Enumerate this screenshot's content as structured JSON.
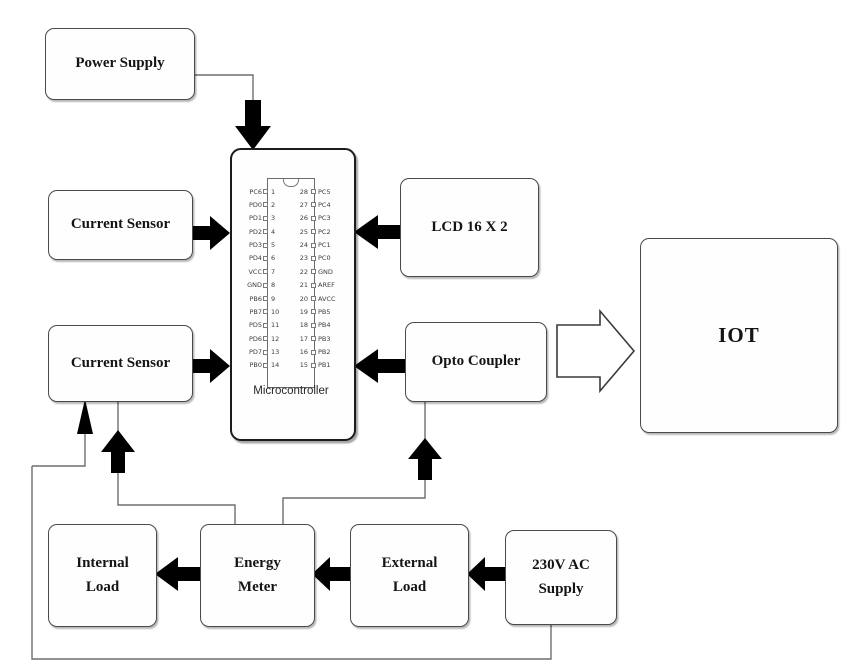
{
  "diagram": {
    "blocks": {
      "power_supply": {
        "label": "Power Supply"
      },
      "current_sensor_top": {
        "label": "Current Sensor"
      },
      "current_sensor_bottom": {
        "label": "Current Sensor"
      },
      "lcd": {
        "label": "LCD 16 X 2"
      },
      "opto_coupler": {
        "label": "Opto Coupler"
      },
      "iot": {
        "label": "IOT"
      },
      "internal_load": {
        "line1": "Internal",
        "line2": "Load"
      },
      "energy_meter": {
        "line1": "Energy",
        "line2": "Meter"
      },
      "external_load": {
        "line1": "External",
        "line2": "Load"
      },
      "ac_supply": {
        "line1": "230V AC",
        "line2": "Supply"
      }
    },
    "microcontroller": {
      "label": "Microcontroller",
      "pins": [
        {
          "left_name": "PC6",
          "left_num": "1",
          "right_num": "28",
          "right_name": "PC5"
        },
        {
          "left_name": "PD0",
          "left_num": "2",
          "right_num": "27",
          "right_name": "PC4"
        },
        {
          "left_name": "PD1",
          "left_num": "3",
          "right_num": "26",
          "right_name": "PC3"
        },
        {
          "left_name": "PD2",
          "left_num": "4",
          "right_num": "25",
          "right_name": "PC2"
        },
        {
          "left_name": "PD3",
          "left_num": "5",
          "right_num": "24",
          "right_name": "PC1"
        },
        {
          "left_name": "PD4",
          "left_num": "6",
          "right_num": "23",
          "right_name": "PC0"
        },
        {
          "left_name": "VCC",
          "left_num": "7",
          "right_num": "22",
          "right_name": "GND"
        },
        {
          "left_name": "GND",
          "left_num": "8",
          "right_num": "21",
          "right_name": "AREF"
        },
        {
          "left_name": "PB6",
          "left_num": "9",
          "right_num": "20",
          "right_name": "AVCC"
        },
        {
          "left_name": "PB7",
          "left_num": "10",
          "right_num": "19",
          "right_name": "PB5"
        },
        {
          "left_name": "PD5",
          "left_num": "11",
          "right_num": "18",
          "right_name": "PB4"
        },
        {
          "left_name": "PD6",
          "left_num": "12",
          "right_num": "17",
          "right_name": "PB3"
        },
        {
          "left_name": "PD7",
          "left_num": "13",
          "right_num": "16",
          "right_name": "PB2"
        },
        {
          "left_name": "PB0",
          "left_num": "14",
          "right_num": "15",
          "right_name": "PB1"
        }
      ]
    },
    "colors": {
      "arrow": "#000000",
      "wire": "#6e6e6e",
      "box_border": "#4a4a4a",
      "text": "#141414",
      "background": "#ffffff"
    }
  }
}
